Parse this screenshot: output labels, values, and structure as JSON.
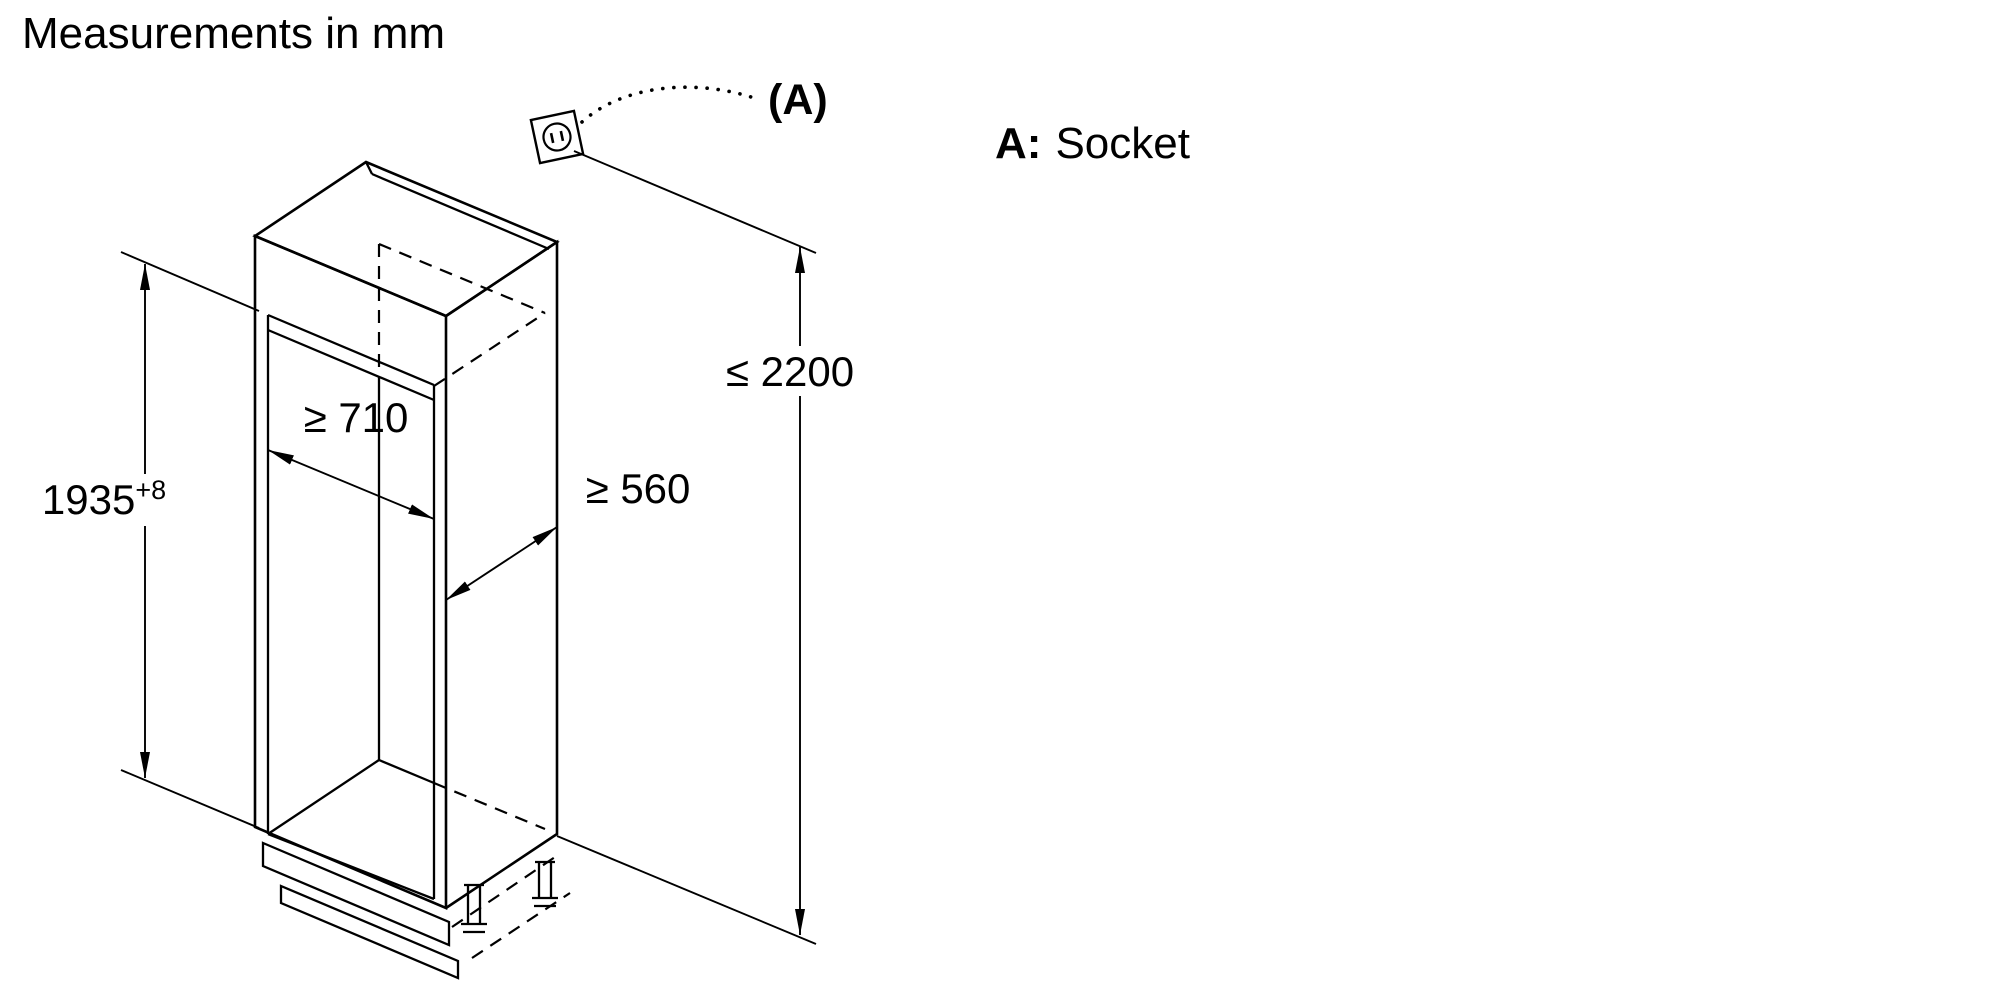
{
  "title": "Measurements in mm",
  "legend": {
    "key": "A:",
    "value": "Socket"
  },
  "callout": "(A)",
  "dimensions": {
    "niche_height": "1935",
    "niche_height_tolerance": "+8",
    "niche_width": "≥ 710",
    "niche_depth": "≥ 560",
    "max_socket_height": "≤ 2200"
  },
  "colors": {
    "line": "#000000",
    "background": "#ffffff"
  }
}
